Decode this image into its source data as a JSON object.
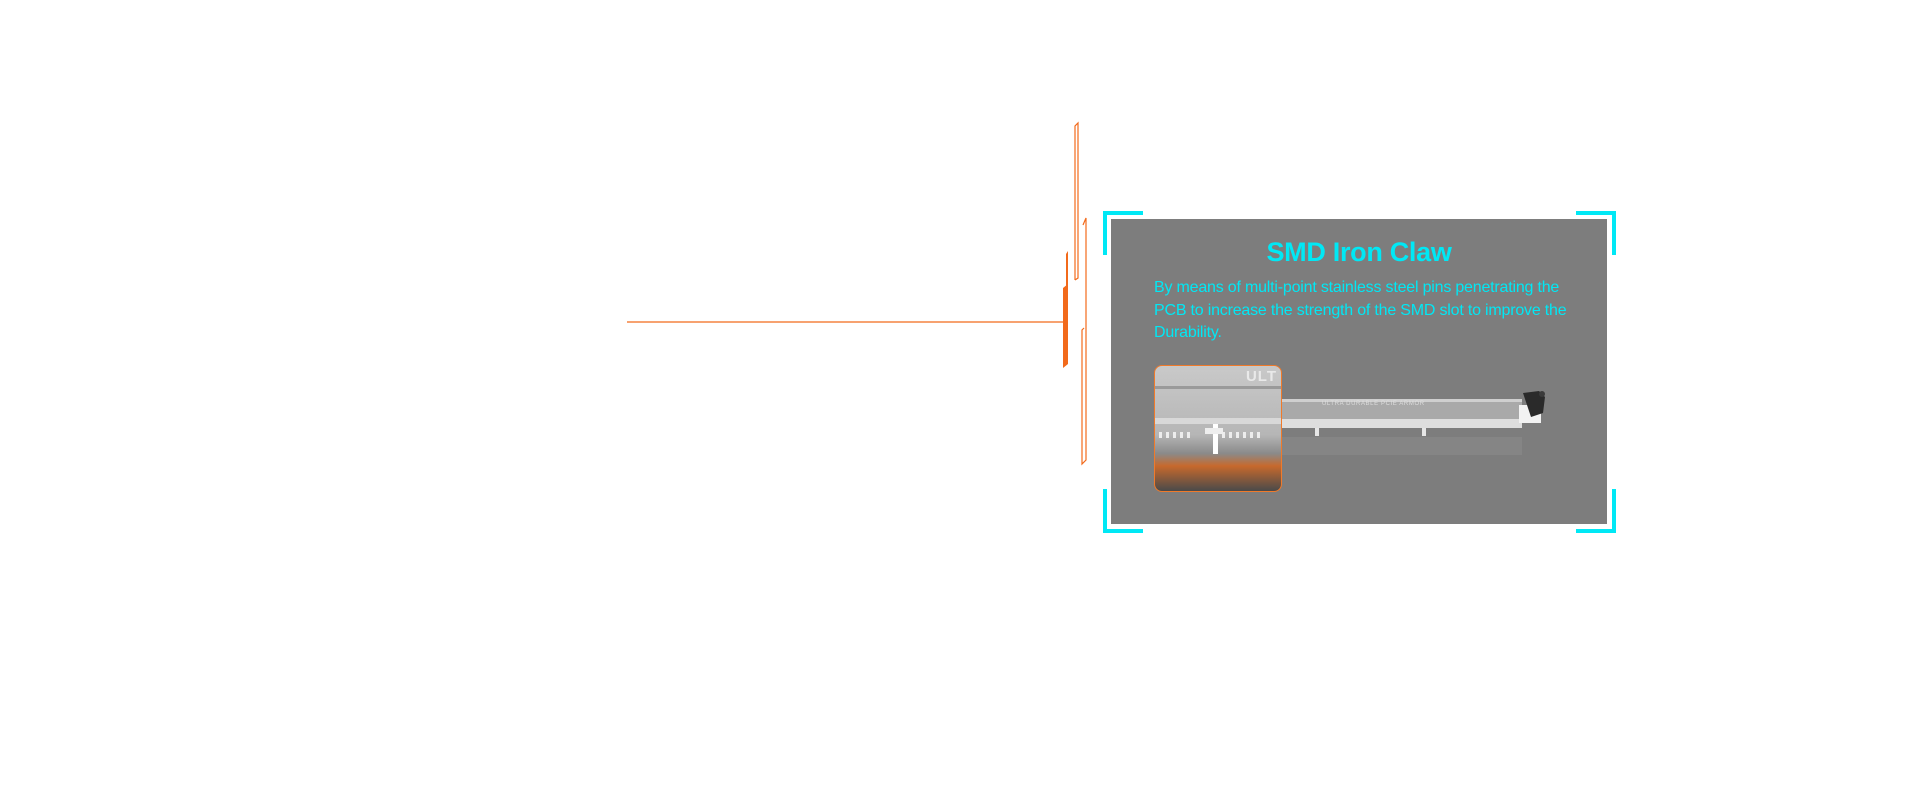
{
  "card": {
    "title": "SMD Iron Claw",
    "description": "By means of multi-point stainless steel pins penetrating the PCB to increase the strength of the SMD slot to improve the Durability.",
    "accent_color": "#00e8f5",
    "background_color": "#7d7d7d"
  },
  "zoom_image": {
    "brand_text": "ULT"
  },
  "slot_image": {
    "engraving": "ULTRA DURABLE PCIE ARMOR"
  },
  "decor": {
    "line_color": "#f26a1b"
  }
}
